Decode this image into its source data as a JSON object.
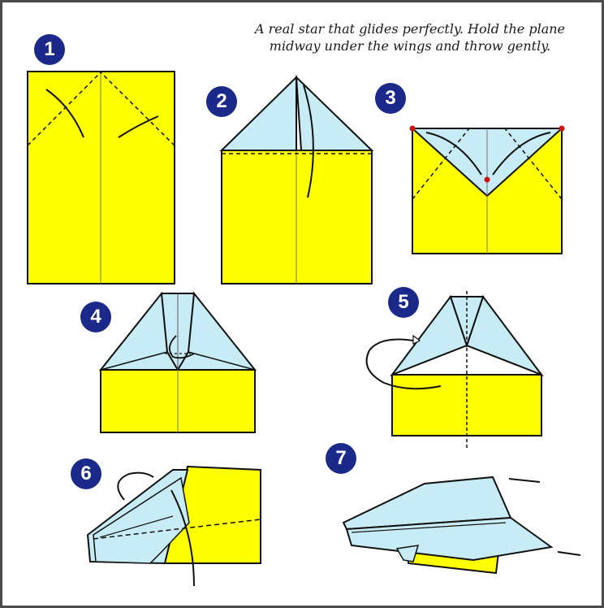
{
  "caption": {
    "line1": "A real star that glides perfectly.  Hold the plane",
    "line2": "midway under the wings and throw gently."
  },
  "steps": [
    {
      "number": "1"
    },
    {
      "number": "2"
    },
    {
      "number": "3"
    },
    {
      "number": "4"
    },
    {
      "number": "5"
    },
    {
      "number": "6"
    },
    {
      "number": "7"
    }
  ],
  "colors": {
    "paper_yellow": "#ffff00",
    "paper_blue": "#c7ecf5",
    "badge_blue": "#1b2a8a",
    "outline": "#111111",
    "fold_point_red": "#d01010"
  }
}
